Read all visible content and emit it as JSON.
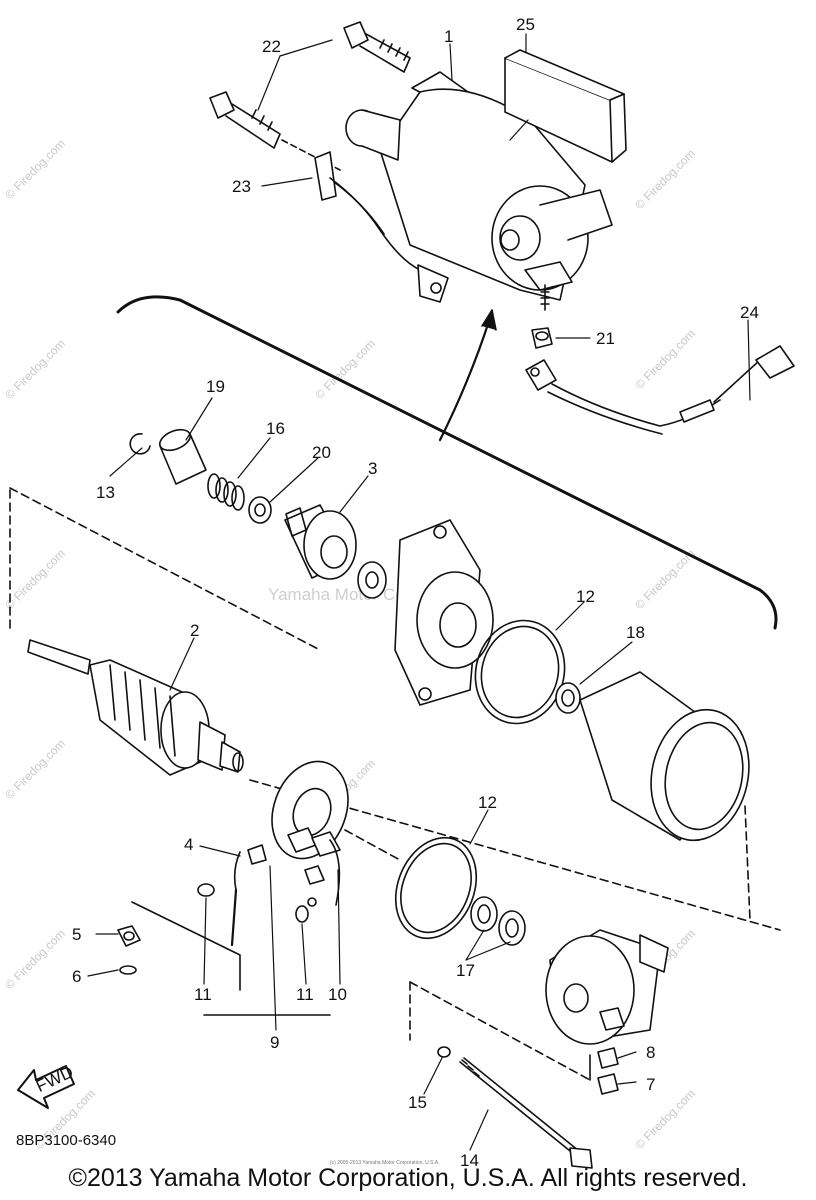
{
  "diagram": {
    "part_code": "8BP3100-6340",
    "copyright": "©2013 Yamaha Motor Corporation, U.S.A. All rights reserved.",
    "small_copyright": "(c) 2005-2013 Yamaha Motor Corporation, U.S.A.",
    "center_watermark": "Yamaha Motor Corp. U.S.A.",
    "watermark": "© Firedog.com",
    "fwd_label": "FWD",
    "callouts": {
      "p1": "1",
      "p2": "2",
      "p3": "3",
      "p4": "4",
      "p5": "5",
      "p6": "6",
      "p7": "7",
      "p8": "8",
      "p9": "9",
      "p10": "10",
      "p11a": "11",
      "p11b": "11",
      "p12a": "12",
      "p12b": "12",
      "p13": "13",
      "p14": "14",
      "p15": "15",
      "p16": "16",
      "p17": "17",
      "p18": "18",
      "p19": "19",
      "p20": "20",
      "p21": "21",
      "p22": "22",
      "p23": "23",
      "p24": "24",
      "p25": "25"
    }
  }
}
